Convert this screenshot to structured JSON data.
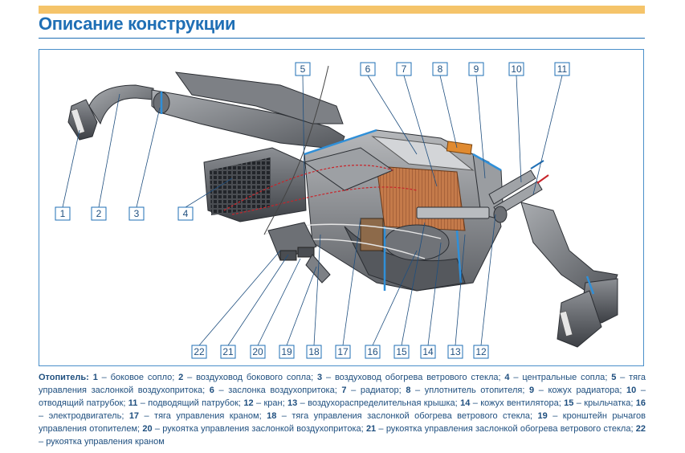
{
  "header": {
    "title": "Описание конструкции"
  },
  "callouts_top": [
    "5",
    "6",
    "7",
    "8",
    "9",
    "10",
    "11"
  ],
  "callouts_left": [
    "1",
    "2",
    "3",
    "4"
  ],
  "callouts_bottom": [
    "22",
    "21",
    "20",
    "19",
    "18",
    "17",
    "16",
    "15",
    "14",
    "13",
    "12"
  ],
  "caption": {
    "lead": "Отопитель:",
    "items": [
      {
        "num": "1",
        "text": "боковое сопло"
      },
      {
        "num": "2",
        "text": "воздуховод бокового сопла"
      },
      {
        "num": "3",
        "text": "воздуховод обогрева ветрового стекла"
      },
      {
        "num": "4",
        "text": "центральные сопла"
      },
      {
        "num": "5",
        "text": "тяга управления заслонкой воздухопритока"
      },
      {
        "num": "6",
        "text": "заслонка воздухопритока"
      },
      {
        "num": "7",
        "text": "радиатор"
      },
      {
        "num": "8",
        "text": "уплотнитель отопителя"
      },
      {
        "num": "9",
        "text": "кожух радиатора"
      },
      {
        "num": "10",
        "text": "отводящий патрубок"
      },
      {
        "num": "11",
        "text": "подводящий патрубок"
      },
      {
        "num": "12",
        "text": "кран"
      },
      {
        "num": "13",
        "text": "воздухораспределительная крышка"
      },
      {
        "num": "14",
        "text": "кожух вентилятора"
      },
      {
        "num": "15",
        "text": "крыльчатка"
      },
      {
        "num": "16",
        "text": "электродвигатель"
      },
      {
        "num": "17",
        "text": "тяга управления краном"
      },
      {
        "num": "18",
        "text": "тяга управления заслонкой обогрева ветрового стекла"
      },
      {
        "num": "19",
        "text": "кронштейн рычагов управления отопителем"
      },
      {
        "num": "20",
        "text": "рукоятка управления заслонкой воздухопритока"
      },
      {
        "num": "21",
        "text": "рукоятка управления заслонкой обогрева ветрового стекла"
      },
      {
        "num": "22",
        "text": "рукоятка управления краном"
      }
    ]
  },
  "colors": {
    "accent": "#1f6fb5",
    "topbar": "#f5c46a",
    "callout_text": "#1f4f7f",
    "frame": "#4a8fca"
  }
}
